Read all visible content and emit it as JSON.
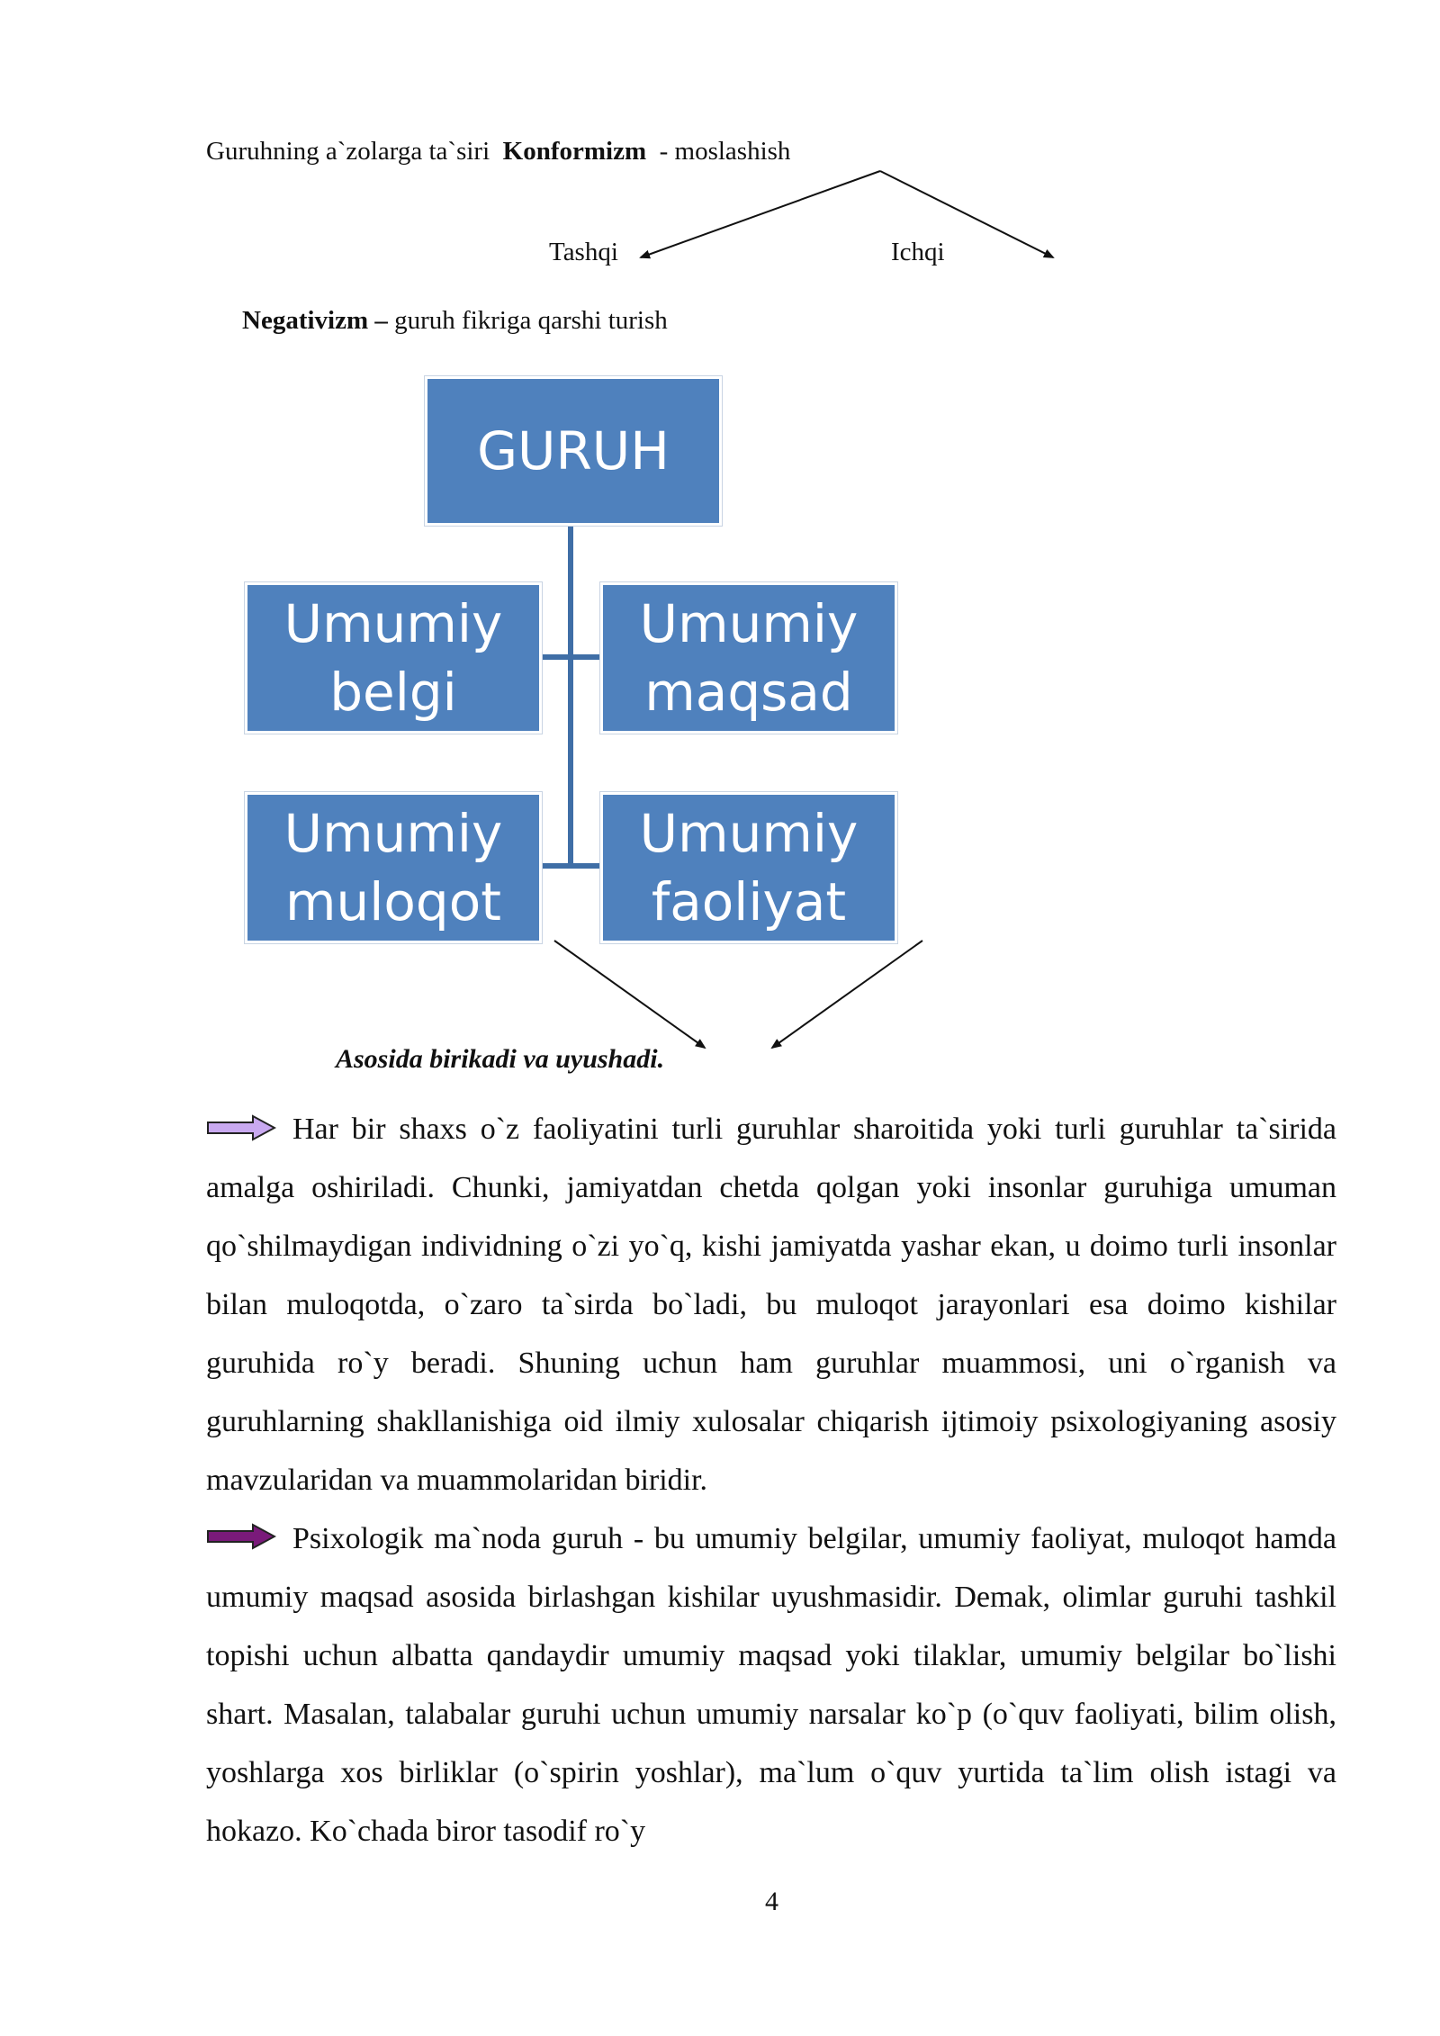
{
  "header_line": {
    "prefix": "Guruhning a`zolarga ta`siri",
    "term": "Konformizm",
    "suffix": "- moslashish"
  },
  "conformism_types": {
    "left": "Tashqi",
    "right": "Ichqi"
  },
  "negativism": {
    "term": "Negativizm –",
    "definition": "guruh fikriga qarshi turish"
  },
  "diagram": {
    "root": "GURUH",
    "nodes": {
      "top_left": [
        "Umumiy",
        "belgi"
      ],
      "top_right": [
        "Umumiy",
        "maqsad"
      ],
      "bottom_left": [
        "Umumiy",
        "muloqot"
      ],
      "bottom_right": [
        "Umumiy",
        "faoliyat"
      ]
    },
    "caption": "Asosida birikadi va uyushadi.",
    "box_color": "#4f81bd"
  },
  "paragraphs": [
    {
      "bullet_color": "#c9a9f0",
      "text": "Har bir shaxs o`z faoliyatini turli guruhlar sharoitida yoki turli guruhlar ta`sirida amalga oshiriladi. Chunki, jamiyatdan chetda qolgan yoki insonlar guruhiga umuman qo`shilmaydigan individning o`zi yo`q, kishi jamiyatda yashar ekan, u doimo turli insonlar bilan muloqotda, o`zaro ta`sirda bo`ladi, bu muloqot jarayonlari esa doimo kishilar guruhida ro`y beradi. Shuning uchun ham guruhlar muammosi, uni o`rganish va guruhlarning shakllanishiga oid ilmiy xulosalar chiqarish ijtimoiy psixologiyaning asosiy mavzularidan va muammolaridan biridir."
    },
    {
      "bullet_color": "#7a1a7a",
      "text": "Psixologik ma`noda guruh - bu umumiy belgilar, umumiy faoliyat, muloqot hamda umumiy maqsad asosida birlashgan kishilar uyushmasidir. Demak, olimlar guruhi tashkil topishi uchun albatta qandaydir umumiy maqsad yoki tilaklar, umumiy belgilar bo`lishi shart. Masalan, talabalar guruhi uchun umumiy narsalar ko`p (o`quv faoliyati, bilim olish, yoshlarga xos birliklar (o`spirin yoshlar), ma`lum o`quv yurtida ta`lim olish istagi va hokazo. Ko`chada biror tasodif ro`y"
    }
  ],
  "page_number": "4"
}
